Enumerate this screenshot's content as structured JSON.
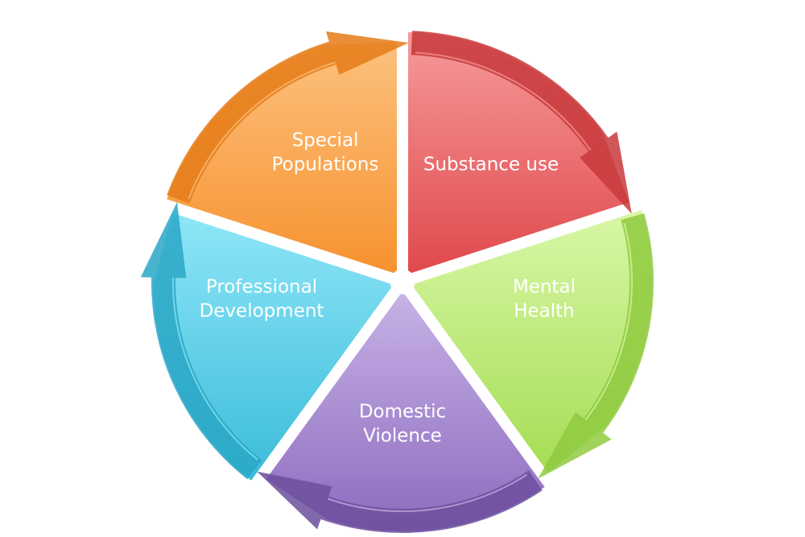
{
  "diagram": {
    "type": "cycle",
    "segments": [
      {
        "label_lines": [
          "Substance use"
        ],
        "color": "#e0494c",
        "color_light": "#f69a9a",
        "color_dark": "#c8383b"
      },
      {
        "label_lines": [
          "Mental",
          "Health"
        ],
        "color": "#a6dd55",
        "color_light": "#d8f7a6",
        "color_dark": "#8fca3f"
      },
      {
        "label_lines": [
          "Domestic",
          "Violence"
        ],
        "color": "#8c6bbe",
        "color_light": "#c7b1e6",
        "color_dark": "#6c4f9e"
      },
      {
        "label_lines": [
          "Professional",
          "Development"
        ],
        "color": "#3bbcda",
        "color_light": "#8fe6f7",
        "color_dark": "#2aa7c6"
      },
      {
        "label_lines": [
          "Special",
          "Populations"
        ],
        "color": "#f7922f",
        "color_light": "#fcc17e",
        "color_dark": "#e57b18"
      }
    ]
  }
}
